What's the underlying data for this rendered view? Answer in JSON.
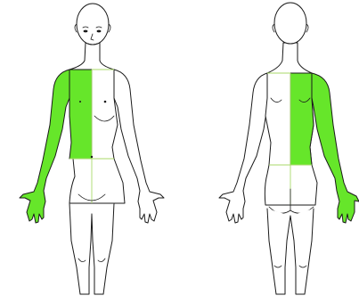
{
  "colors": {
    "highlight": "#66e62a",
    "outline": "#1a1a1a",
    "zone_line": "#a8d96a",
    "background": "#ffffff"
  },
  "figures": [
    {
      "view": "front",
      "highlighted_regions": [
        "right-upper-torso",
        "right-arm",
        "right-hand"
      ]
    },
    {
      "view": "back",
      "highlighted_regions": [
        "right-upper-back",
        "right-arm",
        "right-hand"
      ]
    }
  ]
}
